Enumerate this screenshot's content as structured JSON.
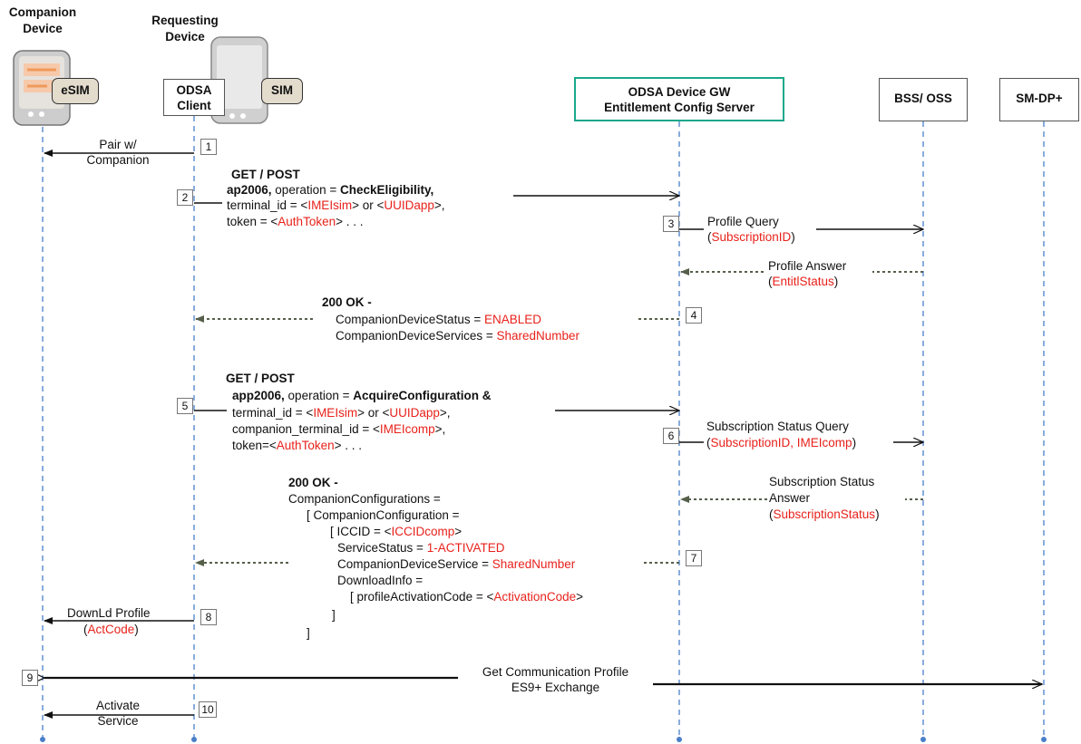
{
  "actors": {
    "companion_header": [
      "Companion",
      "Device"
    ],
    "requesting_header": [
      "Requesting",
      "Device"
    ],
    "esim_label": "eSIM",
    "sim_label": "SIM",
    "odsa_client": [
      "ODSA",
      "Client"
    ],
    "odsa_gw": [
      "ODSA Device GW",
      "Entitlement Config Server"
    ],
    "bss_oss": "BSS/ OSS",
    "smdp": "SM-DP+"
  },
  "steps": [
    "1",
    "2",
    "3",
    "4",
    "5",
    "6",
    "7",
    "8",
    "9",
    "10"
  ],
  "msg1": [
    "Pair w/",
    "Companion"
  ],
  "msg2": {
    "l1": "GET / POST",
    "l2_b": "ap2006,",
    "l2_n": " operation = ",
    "l2_b2": "CheckEligibility,",
    "l3_a": "terminal_id = <",
    "l3_r1": "IMEIsim",
    "l3_b": "> or <",
    "l3_r2": "UUIDapp",
    "l3_c": ">,",
    "l4_a": "token = <",
    "l4_r": "AuthToken",
    "l4_b": "> . . ."
  },
  "msg3": {
    "l1": "Profile Query",
    "l2_a": "(",
    "l2_r": "SubscriptionID",
    "l2_b": ")"
  },
  "msg3b": {
    "l1": "Profile Answer",
    "l2_a": "(",
    "l2_r": "EntitlStatus",
    "l2_b": ")"
  },
  "msg4": {
    "l1": "200 OK -",
    "l2_a": "CompanionDeviceStatus = ",
    "l2_r": "ENABLED",
    "l3_a": "CompanionDeviceServices = ",
    "l3_r": "SharedNumber"
  },
  "msg5": {
    "l1": "GET / POST",
    "l2_b": "app2006,",
    "l2_n": " operation = ",
    "l2_b2": "AcquireConfiguration",
    "l2_t": " &",
    "l3_a": "terminal_id = <",
    "l3_r1": "IMEIsim",
    "l3_b": "> or <",
    "l3_r2": "UUIDapp",
    "l3_c": ">,",
    "l4_a": "companion_terminal_id = <",
    "l4_r": "IMEIcomp",
    "l4_b": ">,",
    "l5_a": "token=<",
    "l5_r": "AuthToken",
    "l5_b": "> . . ."
  },
  "msg6": {
    "l1": "Subscription Status Query",
    "l2_a": "(",
    "l2_r": "SubscriptionID, IMEIcomp",
    "l2_b": ")"
  },
  "msg6b": {
    "l1": "Subscription Status",
    "l2": "Answer",
    "l3_a": "(",
    "l3_r": "SubscriptionStatus",
    "l3_b": ")"
  },
  "msg7": {
    "l1": "200 OK -",
    "l2": "CompanionConfigurations =",
    "l3": "[ CompanionConfiguration =",
    "l4_a": "[ ICCID = <",
    "l4_r": "ICCIDcomp",
    "l4_b": ">",
    "l5_a": "ServiceStatus = ",
    "l5_r": "1-ACTIVATED",
    "l6_a": "CompanionDeviceService = ",
    "l6_r": "SharedNumber",
    "l7": "DownloadInfo =",
    "l8_a": "[ profileActivationCode = <",
    "l8_r": "ActivationCode",
    "l8_b": ">",
    "l9": "]",
    "l10": "]"
  },
  "msg8": {
    "l1": "DownLd Profile",
    "l2_a": "(",
    "l2_r": "ActCode",
    "l2_b": ")"
  },
  "msg9": [
    "Get Communication Profile",
    "ES9+ Exchange"
  ],
  "msg10": [
    "Activate",
    "Service"
  ],
  "colors": {
    "red_text": "#e8221b",
    "lifeline": "#4a7fc9",
    "gw_border": "#19a88a",
    "dashed_arrow": "#555f4a"
  }
}
